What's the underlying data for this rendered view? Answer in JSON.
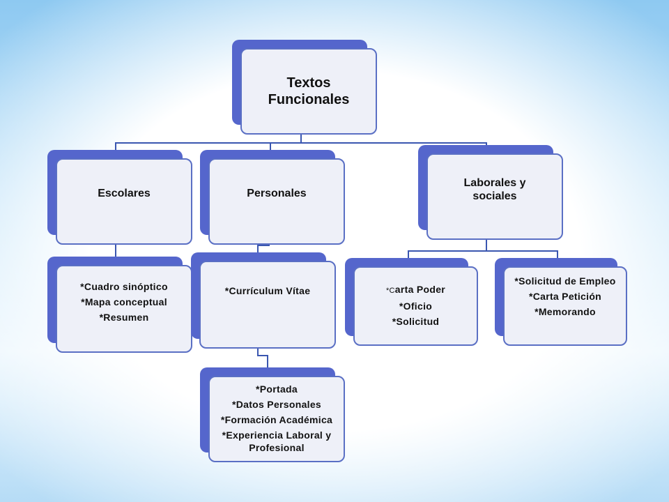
{
  "colors": {
    "tab": "#5566cc",
    "card": "#eef0f8",
    "border": "#5a6fc4",
    "connector": "#3a56b0"
  },
  "root": {
    "title_lines": [
      "Textos",
      "Funcionales"
    ]
  },
  "escolares": {
    "title": "Escolares",
    "items": [
      "*Cuadro sinóptico",
      "*Mapa conceptual",
      "*Resumen"
    ]
  },
  "personales": {
    "title": "Personales",
    "items": [
      "*Currículum Vítae"
    ],
    "cv_parts": [
      "*Portada",
      "*Datos Personales",
      "*Formación Académica",
      "*Experiencia Laboral y",
      "Profesional"
    ]
  },
  "laborales": {
    "title_lines": [
      "Laborales y",
      "sociales"
    ],
    "group1": {
      "prefix": "*C",
      "rest": "arta Poder",
      "items": [
        "*Oficio",
        "*Solicitud"
      ]
    },
    "group2": {
      "items": [
        "*Solicitud de Empleo",
        "*Carta Petición",
        "*Memorando"
      ]
    }
  }
}
